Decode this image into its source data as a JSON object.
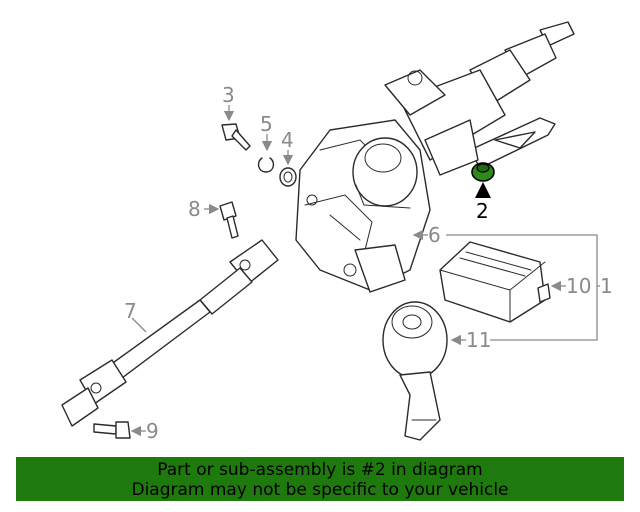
{
  "callouts": {
    "c1": "1",
    "c2": "2",
    "c3": "3",
    "c4": "4",
    "c5": "5",
    "c6": "6",
    "c7": "7",
    "c8": "8",
    "c9": "9",
    "c10": "10",
    "c11": "11"
  },
  "highlight": {
    "part_number": "2",
    "color": "#1f7a0e"
  },
  "banner": {
    "line1": "Part or sub-assembly is #2 in diagram",
    "line2": "Diagram may not be specific to your vehicle",
    "background": "#1f7a0e"
  }
}
